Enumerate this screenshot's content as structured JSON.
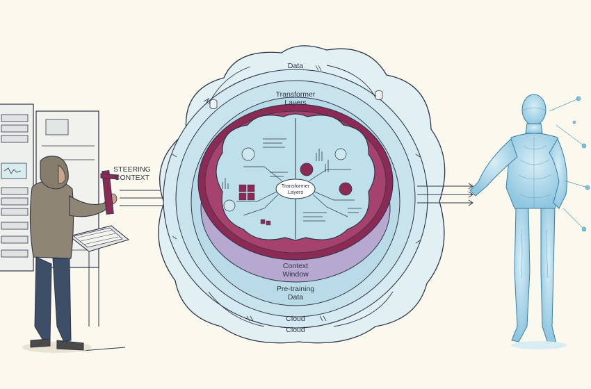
{
  "labels": {
    "steering_line1": "STEERING",
    "steering_line2": "CONTEXT",
    "data_top": "Data",
    "transformer_outer_line1": "Transformer",
    "transformer_outer_line2": "Layers",
    "transformer_core_line1": "Transformer",
    "transformer_core_line2": "Layers",
    "context_line1": "Context",
    "context_line2": "Window",
    "pretraining_line1": "Pre-training",
    "pretraining_line2": "Data",
    "cloud_inner": "Cloud",
    "cloud_outer": "Cloud"
  },
  "colors": {
    "background": "#fbf8ee",
    "outline": "#2e3346",
    "light_blue": "#cfe7ef",
    "mid_blue": "#a9d3e0",
    "maroon": "#8a2a55",
    "lavender": "#b7a8cf",
    "hologram": "#9fd0e6",
    "hoodie": "#8e8574",
    "jeans": "#3d4f66"
  },
  "icons": [
    "database-icon",
    "server-rack-icon",
    "keyboard-icon",
    "lever-icon",
    "neural-node-icon"
  ]
}
